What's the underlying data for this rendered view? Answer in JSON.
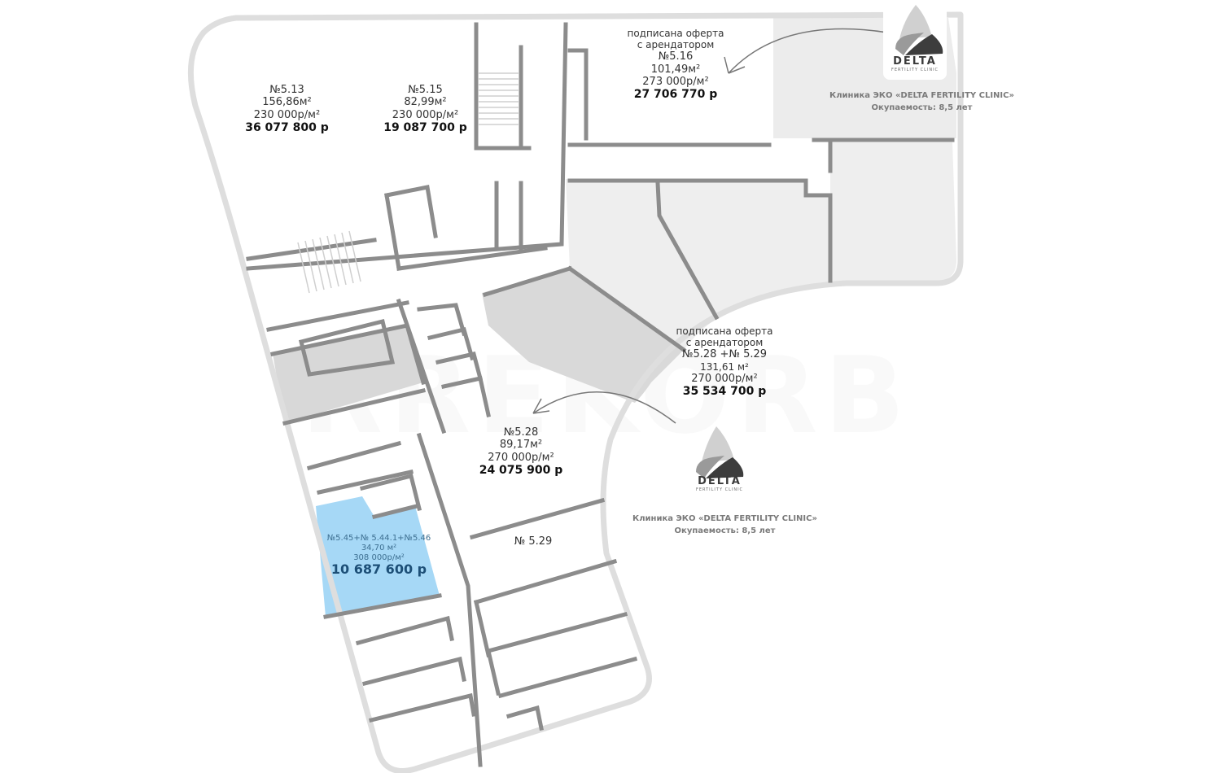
{
  "watermark": "RREKORB",
  "colors": {
    "selected_unit": "#a6d8f6",
    "leased_unit": "#e9e9e9",
    "dark_leased": "#d6d6d6",
    "wall": "#8c8c8c",
    "outline": "#dedede"
  },
  "units": [
    {
      "id": "5.13",
      "number": "№5.13",
      "area": "156,86м²",
      "price_per_m2": "230 000р/м²",
      "total": "36 077 800 р"
    },
    {
      "id": "5.15",
      "number": "№5.15",
      "area": "82,99м²",
      "price_per_m2": "230 000р/м²",
      "total": "19 087 700 р"
    },
    {
      "id": "5.16",
      "status": "подписана оферта",
      "status2": "с арендатором",
      "number": "№5.16",
      "area": "101,49м²",
      "price_per_m2": "273 000р/м²",
      "total": "27 706 770 р"
    },
    {
      "id": "5.28+5.29",
      "status": "подписана оферта",
      "status2": "с арендатором",
      "number": "№5.28 +№ 5.29",
      "area": "131,61 м²",
      "price_per_m2": "270 000р/м²",
      "total": "35 534 700 р"
    },
    {
      "id": "5.28",
      "number": "№5.28",
      "area": "89,17м²",
      "price_per_m2": "270 000р/м²",
      "total": "24 075 900 р"
    },
    {
      "id": "5.29",
      "number": "№ 5.29"
    },
    {
      "id": "5.45+5.44.1+5.46",
      "number": "№5.45+№ 5.44.1+№5.46",
      "area": "34,70 м²",
      "price_per_m2": "308 000р/м²",
      "total": "10 687 600 р",
      "selected": true
    }
  ],
  "tenants": [
    {
      "brand": "DELTA",
      "brand_sub": "FERTILITY CLINIC",
      "name": "Клиника ЭКО «DELTA FERTILITY CLINIC»",
      "payback": "Окупаемость: 8,5 лет"
    },
    {
      "brand": "DELTA",
      "brand_sub": "FERTILITY CLINIC",
      "name": "Клиника ЭКО «DELTA FERTILITY CLINIC»",
      "payback": "Окупаемость: 8,5 лет"
    }
  ]
}
